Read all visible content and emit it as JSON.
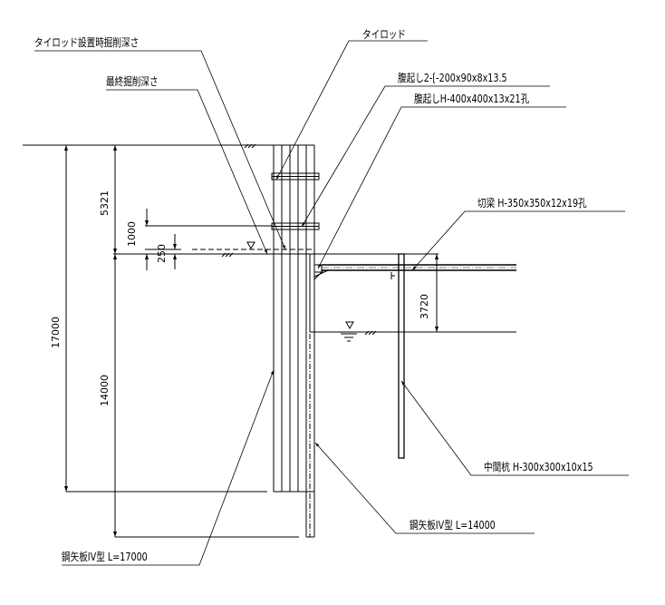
{
  "labels": {
    "tierod_excavation_depth": "タイロッド設置時掘削深さ",
    "final_excavation_depth": "最終掘削深さ",
    "tierod": "タイロッド",
    "wale_channel": "腹起し2-[-200x90x8x13.5",
    "wale_h": "腹起しH-400x400x13x21孔",
    "strut": "切梁 H-350x350x12x19孔",
    "intermediate_pile": "中間杭 H-300x300x10x15",
    "sheet_pile_14000": "鋼矢板IV型  L=14000",
    "sheet_pile_17000": "鋼矢板IV型  L=17000"
  },
  "dimensions": {
    "d5321": "5321",
    "d1000": "1000",
    "d250": "250",
    "d17000": "17000",
    "d14000": "14000",
    "d3720": "3720"
  }
}
